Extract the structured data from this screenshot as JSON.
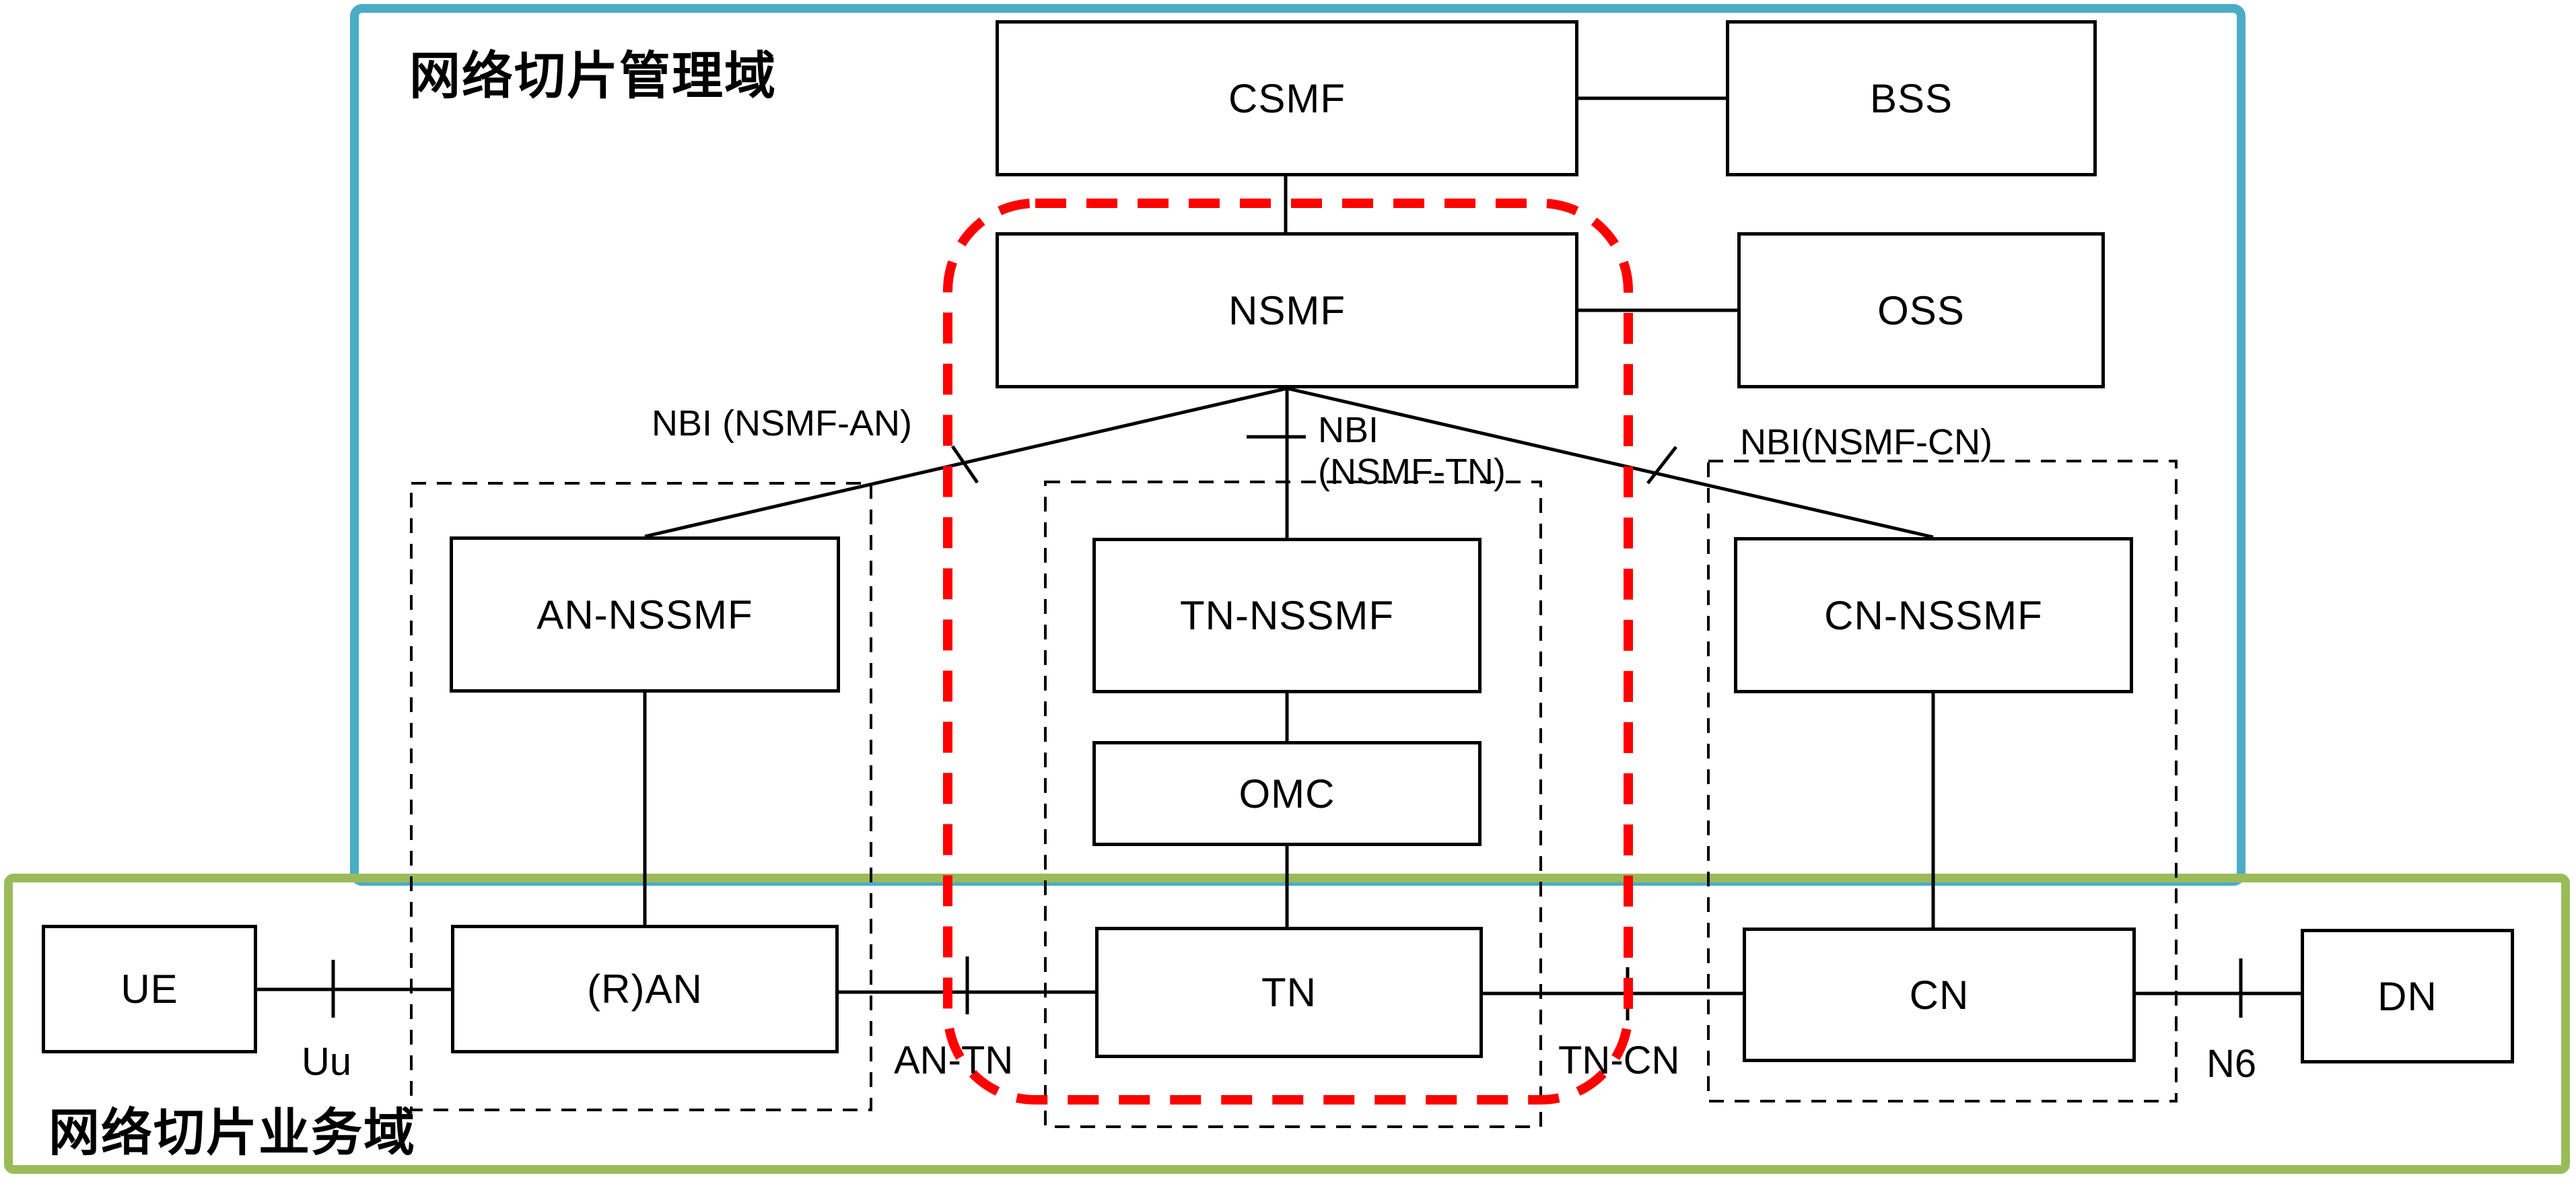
{
  "diagram_title": "5G network slice management architecture",
  "domains": {
    "management": {
      "label": "网络切片管理域",
      "border_color": "#4BACC6"
    },
    "service": {
      "label": "网络切片业务域",
      "border_color": "#9BBB59"
    }
  },
  "highlight": {
    "name": "tn-slice-management-path",
    "color": "#FF0000",
    "style": "dashed-rounded-rect"
  },
  "nodes": {
    "csmf": "CSMF",
    "bss": "BSS",
    "nsmf": "NSMF",
    "oss": "OSS",
    "an_nssmf": "AN-NSSMF",
    "tn_nssmf": "TN-NSSMF",
    "omc": "OMC",
    "cn_nssmf": "CN-NSSMF",
    "ue": "UE",
    "ran": "(R)AN",
    "tn": "TN",
    "cn": "CN",
    "dn": "DN"
  },
  "interface_labels": {
    "nbi_an": "NBI (NSMF-AN)",
    "nbi_tn_line1": "NBI",
    "nbi_tn_line2": "(NSMF-TN)",
    "nbi_cn": "NBI(NSMF-CN)",
    "uu": "Uu",
    "an_tn": "AN-TN",
    "tn_cn": "TN-CN",
    "n6": "N6"
  },
  "groups": [
    {
      "name": "an-subnet-group",
      "members": [
        "AN-NSSMF",
        "(R)AN"
      ]
    },
    {
      "name": "tn-subnet-group",
      "members": [
        "TN-NSSMF",
        "OMC",
        "TN"
      ]
    },
    {
      "name": "cn-subnet-group",
      "members": [
        "CN-NSSMF",
        "CN"
      ]
    }
  ],
  "connections": [
    "CSMF-BSS",
    "CSMF-NSMF",
    "NSMF-OSS",
    "NSMF-AN-NSSMF",
    "NSMF-TN-NSSMF",
    "NSMF-CN-NSSMF",
    "AN-NSSMF-(R)AN",
    "TN-NSSMF-OMC",
    "OMC-TN",
    "CN-NSSMF-CN",
    "UE-(R)AN",
    "(R)AN-TN",
    "TN-CN",
    "CN-DN"
  ]
}
